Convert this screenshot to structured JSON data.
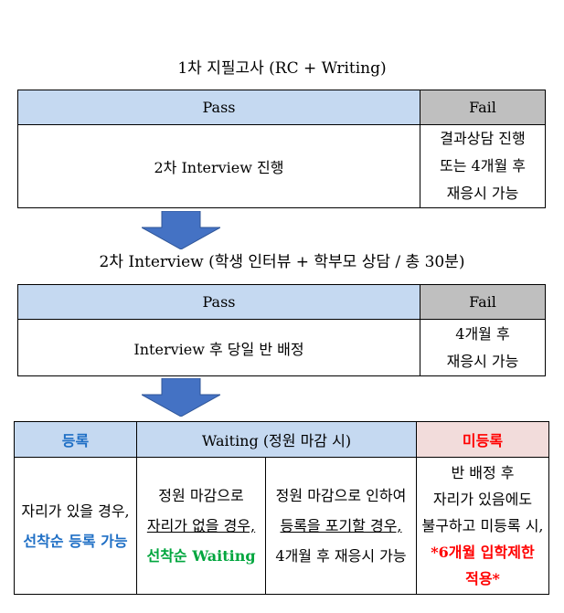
{
  "step1": {
    "title": "1차 지필고사 (RC + Writing)",
    "pass_header": "Pass",
    "fail_header": "Fail",
    "pass_text": "2차 Interview 진행",
    "fail_lines": [
      "결과상담 진행",
      "또는 4개월 후",
      "재응시 가능"
    ]
  },
  "step2": {
    "title": "2차 Interview (학생 인터뷰 + 학부모 상담 / 총 30분)",
    "pass_header": "Pass",
    "fail_header": "Fail",
    "pass_text": "Interview 후 당일 반 배정",
    "fail_lines": [
      "4개월 후",
      "재응시 가능"
    ]
  },
  "step3": {
    "register_header": "등록",
    "waiting_header": "Waiting (정원 마감 시)",
    "unregistered_header": "미등록",
    "register_lines": [
      "자리가 있을 경우,",
      "선착순 등록 가능"
    ],
    "waiting_a_lines": [
      "정원 마감으로",
      "자리가 없을 경우,",
      "선착순 Waiting"
    ],
    "waiting_b_lines": [
      "정원 마감으로 인하여",
      "등록을 포기할 경우,",
      "4개월 후 재응시 가능"
    ],
    "unregistered_lines": [
      "반 배정 후",
      "자리가 있음에도",
      "불구하고 미등록 시,",
      "*6개월 입학제한",
      "적용*"
    ]
  },
  "colors": {
    "pass_bg": "#c5d9f1",
    "fail_bg": "#bfbfbf",
    "arrow": "#4472c4",
    "blue_text": "#1f6fc5",
    "green_text": "#00a63e",
    "red_text": "#ff0000"
  }
}
